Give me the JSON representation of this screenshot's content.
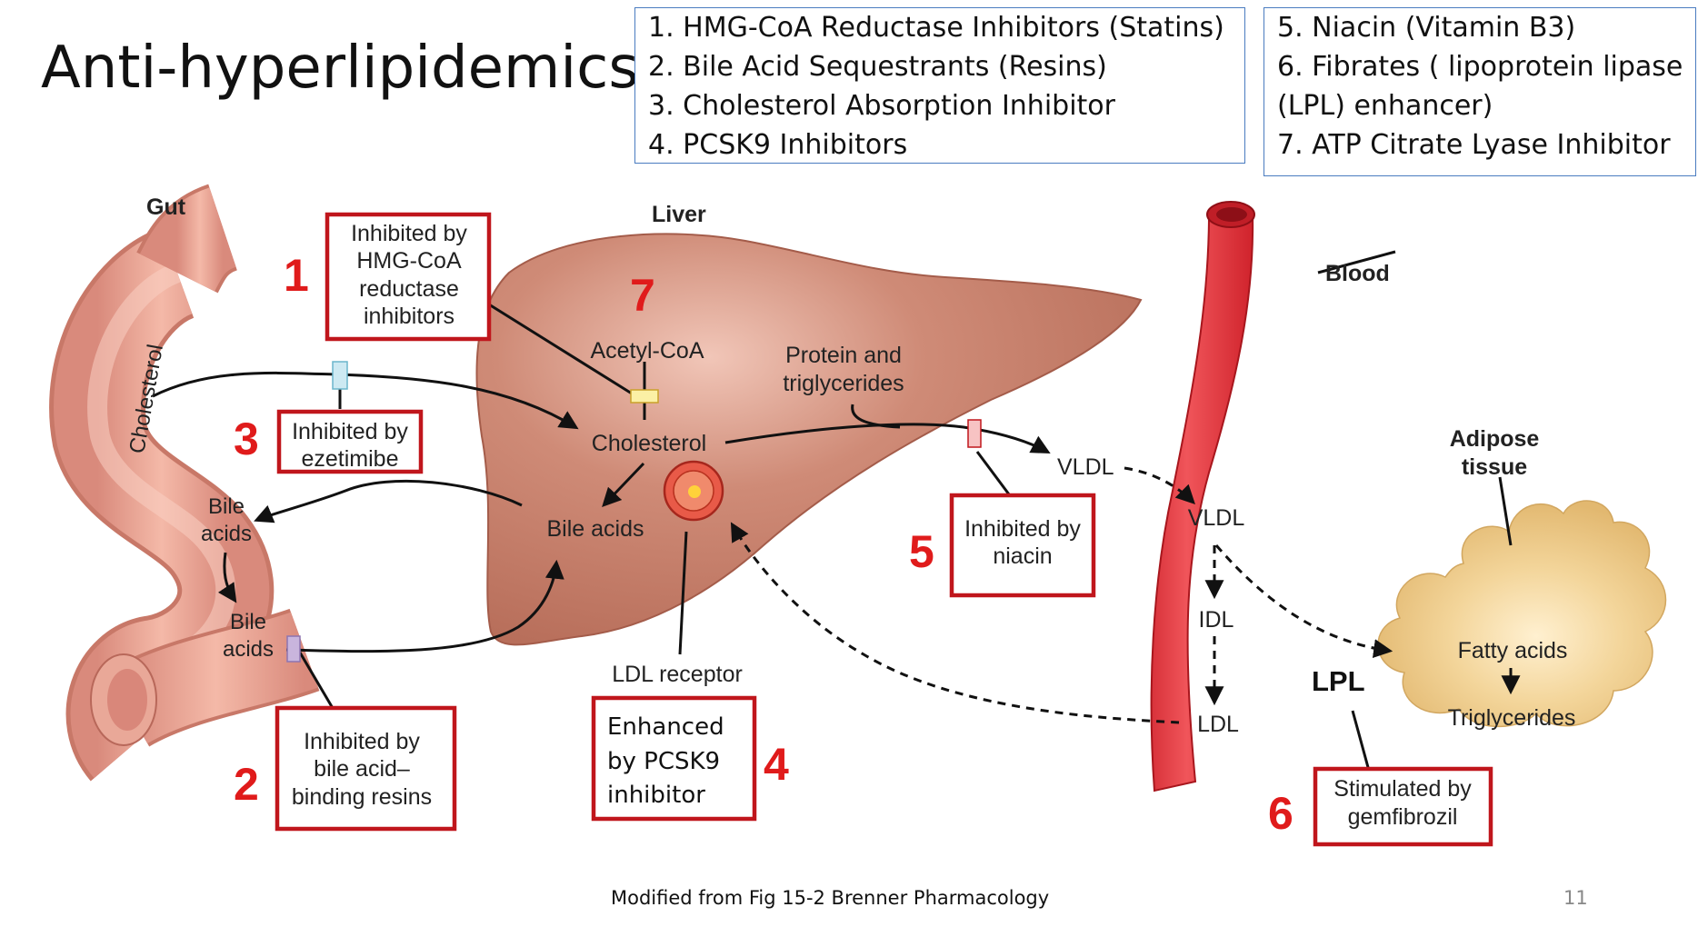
{
  "title": "Anti-hyperlipidemics",
  "legend_left": [
    "1. HMG-CoA Reductase Inhibitors (Statins)",
    "2. Bile Acid Sequestrants (Resins)",
    "3. Cholesterol Absorption Inhibitor",
    "4. PCSK9 Inhibitors"
  ],
  "legend_right": [
    "5. Niacin (Vitamin B3)",
    "6. Fibrates ( lipoprotein lipase",
    "(LPL) enhancer)",
    "7. ATP Citrate Lyase Inhibitor"
  ],
  "organs": {
    "gut": "Gut",
    "liver": "Liver",
    "blood": "Blood",
    "adipose_1": "Adipose",
    "adipose_2": "tissue"
  },
  "labels": {
    "gut_cholesterol": "Cholesterol",
    "gut_bile_1a": "Bile",
    "gut_bile_1b": "acids",
    "gut_bile_2a": "Bile",
    "gut_bile_2b": "acids",
    "acetyl_coa": "Acetyl-CoA",
    "liver_cholesterol": "Cholesterol",
    "liver_bile": "Bile acids",
    "protein_1": "Protein and",
    "protein_2": "triglycerides",
    "vldl_out": "VLDL",
    "vldl_blood": "VLDL",
    "idl": "IDL",
    "ldl": "LDL",
    "ldl_receptor": "LDL receptor",
    "fatty_acids": "Fatty acids",
    "triglycerides": "Triglycerides",
    "lpl": "LPL"
  },
  "boxes": {
    "hmg": [
      "Inhibited by",
      "HMG-CoA",
      "reductase",
      "inhibitors"
    ],
    "ezetimibe": [
      "Inhibited by",
      "ezetimibe"
    ],
    "resins": [
      "Inhibited by",
      "bile acid–",
      "binding resins"
    ],
    "pcsk9": [
      "Enhanced",
      "by PCSK9",
      "inhibitor"
    ],
    "niacin": [
      "Inhibited by",
      "niacin"
    ],
    "gemfibrozil": [
      "Stimulated by",
      "gemfibrozil"
    ]
  },
  "numbers": {
    "n1": "1",
    "n2": "2",
    "n3": "3",
    "n4": "4",
    "n5": "5",
    "n6": "6",
    "n7": "7"
  },
  "footer": "Modified from Fig 15-2 Brenner Pharmacology",
  "page_number": "11",
  "colors": {
    "marker_red": "#e01b1b",
    "box_border": "#c0161c",
    "legend_border": "#4a7cc0"
  }
}
